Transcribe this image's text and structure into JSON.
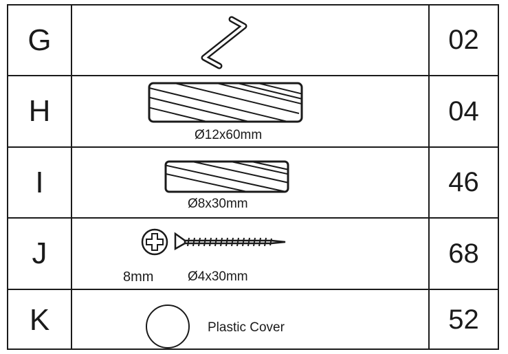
{
  "rows": [
    {
      "letter": "G",
      "quantity": "02",
      "icon": "hex-key-icon"
    },
    {
      "letter": "H",
      "quantity": "04",
      "icon": "wooden-dowel-icon",
      "size": "Ø12x60mm"
    },
    {
      "letter": "I",
      "quantity": "46",
      "icon": "wooden-dowel-icon",
      "size": "Ø8x30mm"
    },
    {
      "letter": "J",
      "quantity": "68",
      "icon": "screw-icon",
      "head_size": "8mm",
      "size": "Ø4x30mm"
    },
    {
      "letter": "K",
      "quantity": "52",
      "icon": "plastic-cover-icon",
      "name": "Plastic Cover"
    }
  ]
}
